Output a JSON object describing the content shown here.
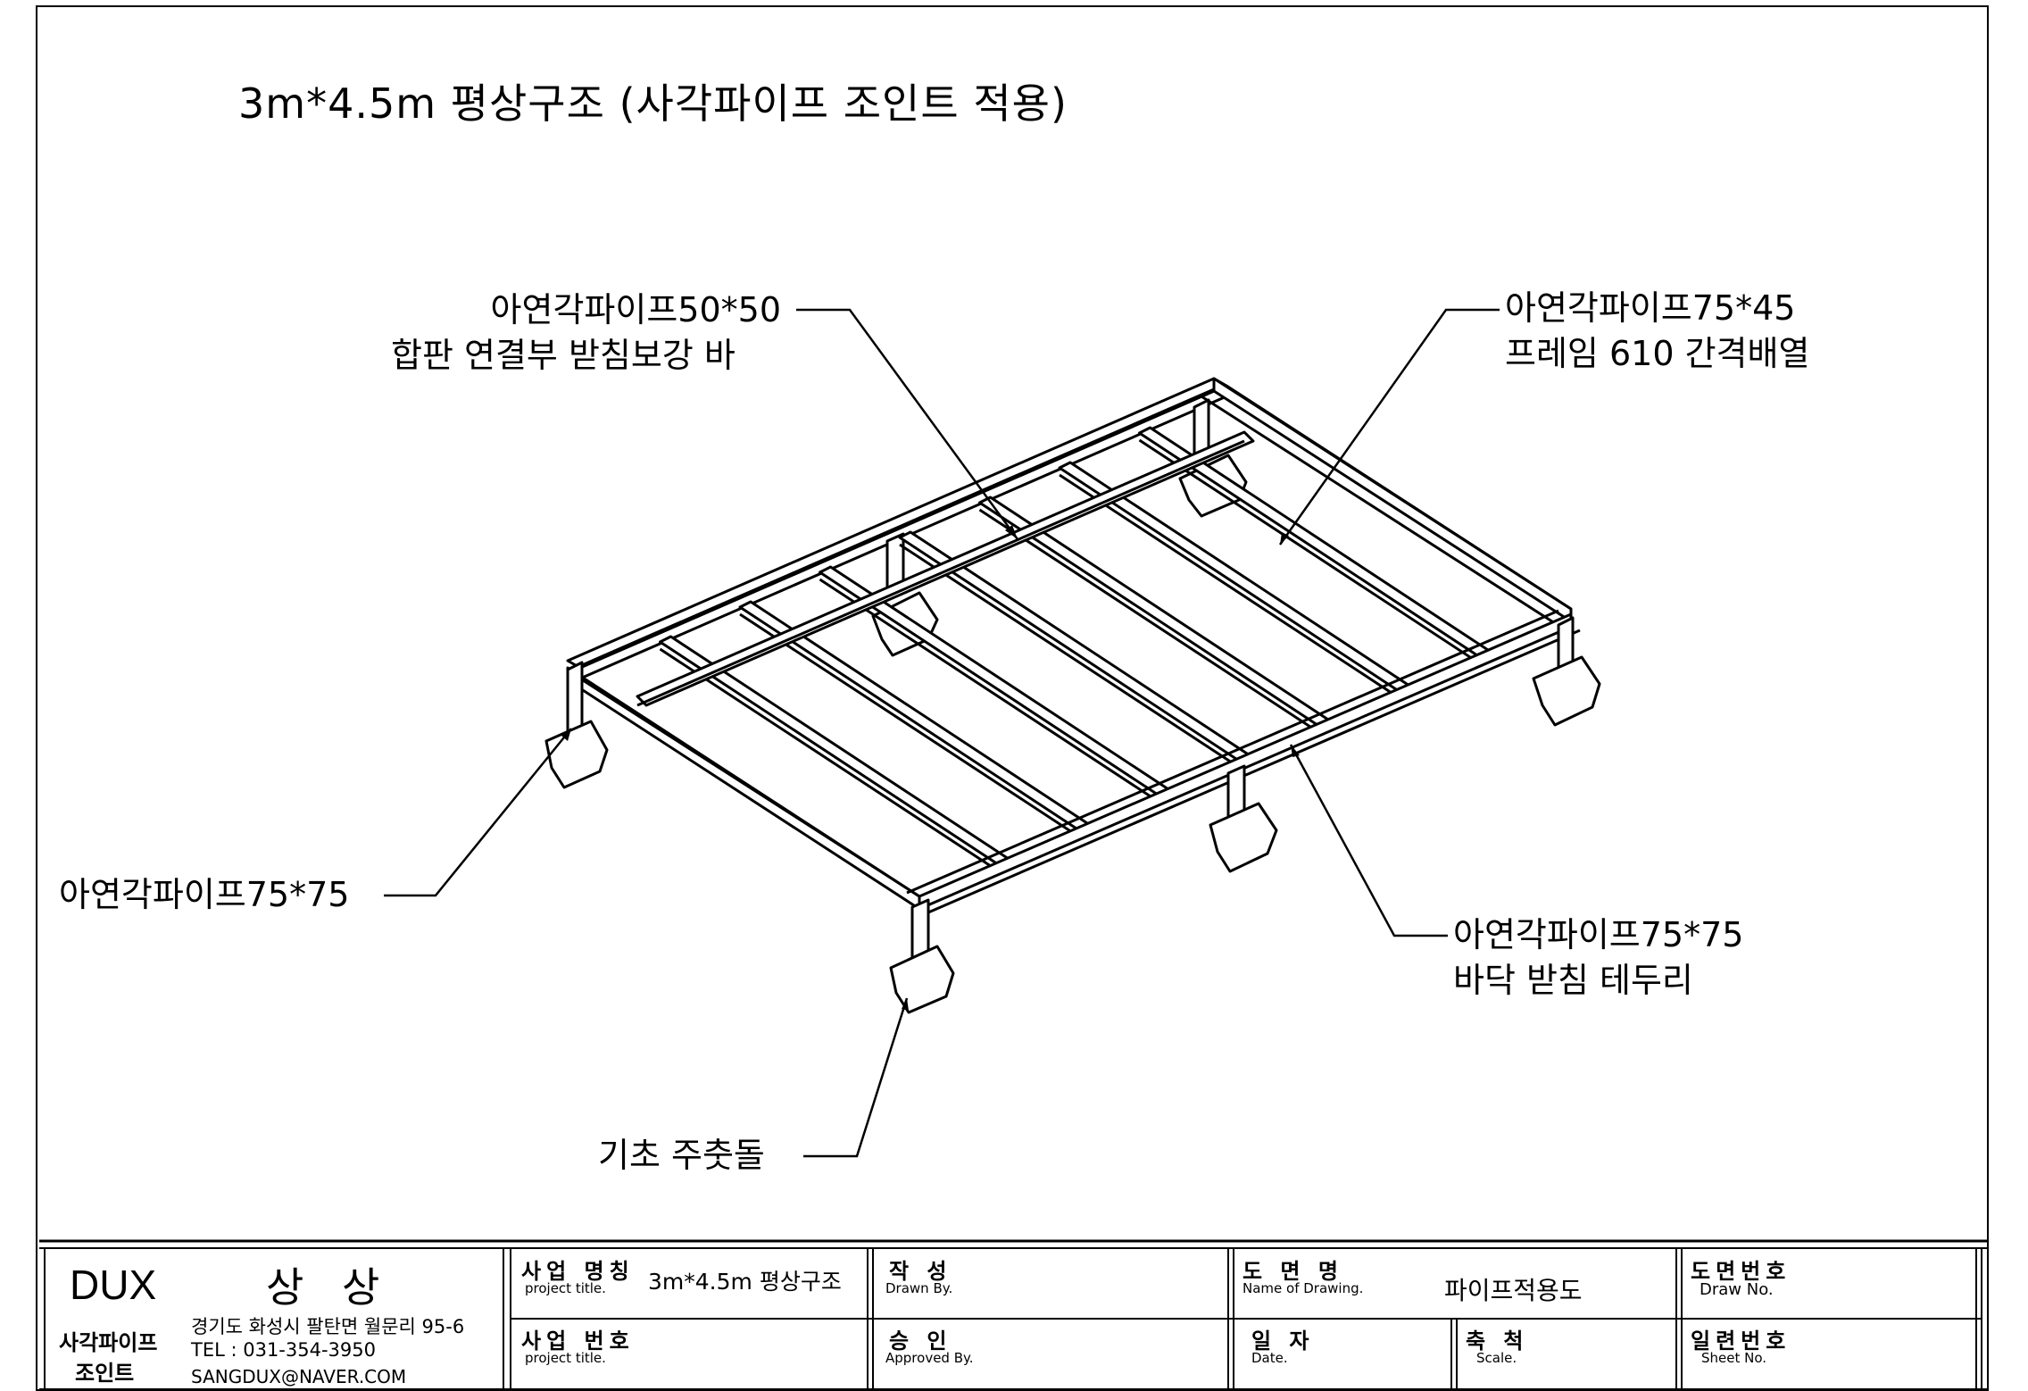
{
  "title": "3m*4.5m  평상구조  (사각파이프 조인트 적용)",
  "callouts": {
    "pipe50": {
      "line1": "아연각파이프50*50",
      "line2": "합판 연결부 받침보강 바"
    },
    "pipe75x45": {
      "line1": "아연각파이프75*45",
      "line2": "프레임 610 간격배열"
    },
    "post": {
      "line1": "아연각파이프75*75"
    },
    "rim": {
      "line1": "아연각파이프75*75",
      "line2": "바닥 받침 테두리"
    },
    "footing": {
      "line1": "기초 주춧돌"
    }
  },
  "titleblock": {
    "company": {
      "logo": "DUX",
      "name": "상 상",
      "sub1": "사각파이프",
      "sub2": "조인트",
      "address": "경기도 화성시 팔탄면 월문리 95-6",
      "tel": "TEL : 031-354-3950",
      "email": "SANGDUX@NAVER.COM"
    },
    "project_name": {
      "ko": "사업 명칭",
      "en": "project title.",
      "value": "3m*4.5m  평상구조"
    },
    "project_no": {
      "ko": "사업 번호",
      "en": "project title."
    },
    "drawn": {
      "ko": "작  성",
      "en": "Drawn By."
    },
    "approved": {
      "ko": "승  인",
      "en": "Approved By."
    },
    "drawing_name": {
      "ko": "도 면 명",
      "en": "Name of Drawing.",
      "value": "파이프적용도"
    },
    "date": {
      "ko": "일  자",
      "en": "Date."
    },
    "scale": {
      "ko": "축  척",
      "en": "Scale."
    },
    "drawing_no": {
      "ko": "도면번호",
      "en": "Draw No."
    },
    "sheet_no": {
      "ko": "일련번호",
      "en": "Sheet No."
    }
  }
}
